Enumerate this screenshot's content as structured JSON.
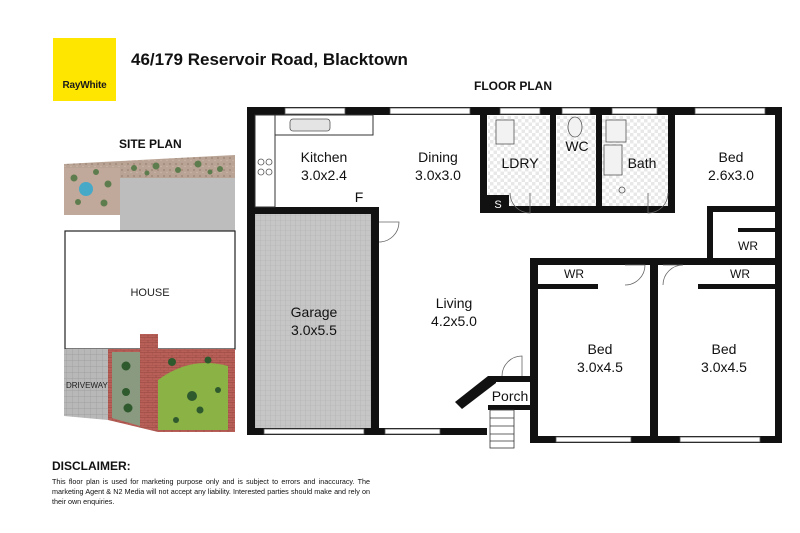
{
  "brand": {
    "logo_text": "RayWhite",
    "color": "#ffe600"
  },
  "header": {
    "address": "46/179 Reservoir Road, Blacktown"
  },
  "floor_plan": {
    "title": "FLOOR PLAN",
    "rooms": {
      "kitchen": {
        "name": "Kitchen",
        "size": "3.0x2.4"
      },
      "dining": {
        "name": "Dining",
        "size": "3.0x3.0"
      },
      "laundry": {
        "name": "LDRY"
      },
      "wc": {
        "name": "WC"
      },
      "bath": {
        "name": "Bath"
      },
      "bed1": {
        "name": "Bed",
        "size": "2.6x3.0"
      },
      "garage": {
        "name": "Garage",
        "size": "3.0x5.5"
      },
      "living": {
        "name": "Living",
        "size": "4.2x5.0"
      },
      "bed2": {
        "name": "Bed",
        "size": "3.0x4.5"
      },
      "bed3": {
        "name": "Bed",
        "size": "3.0x4.5"
      },
      "porch": {
        "name": "Porch"
      }
    },
    "labels": {
      "fridge": "F",
      "shower": "S",
      "wr_bed1": "WR",
      "wr_bed2": "WR",
      "wr_bed3": "WR"
    }
  },
  "site_plan": {
    "title": "SITE PLAN",
    "house_label": "HOUSE",
    "driveway_label": "DRIVEWAY"
  },
  "disclaimer": {
    "title": "DISCLAIMER:",
    "text": "This floor plan is used for marketing purpose only and is subject to errors and inaccuracy. The marketing Agent & N2 Media will not accept any liability. Interested parties should make and rely on their own enquiries."
  }
}
